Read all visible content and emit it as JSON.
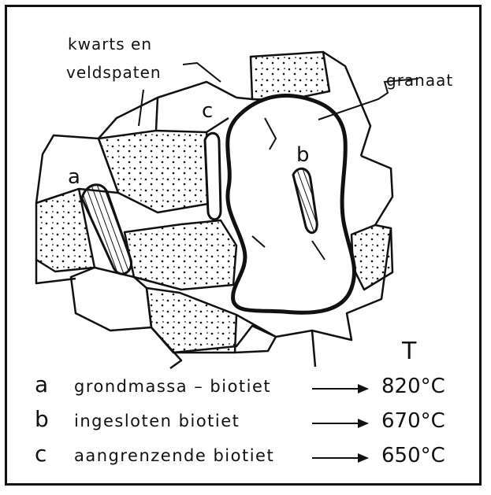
{
  "labels": {
    "quartz_feldspar_line1": "kwarts en",
    "quartz_feldspar_line2": "veldspaten",
    "garnet": "granaat",
    "mark_a": "a",
    "mark_b": "b",
    "mark_c": "c"
  },
  "legend": {
    "header": "T",
    "rows": [
      {
        "key": "a",
        "text": "grondmassa – biotiet",
        "temp": "820°C"
      },
      {
        "key": "b",
        "text": "ingesloten biotiet",
        "temp": "670°C"
      },
      {
        "key": "c",
        "text": "aangrenzende biotiet",
        "temp": "650°C"
      }
    ]
  },
  "colors": {
    "ink": "#111111",
    "paper": "#ffffff"
  }
}
